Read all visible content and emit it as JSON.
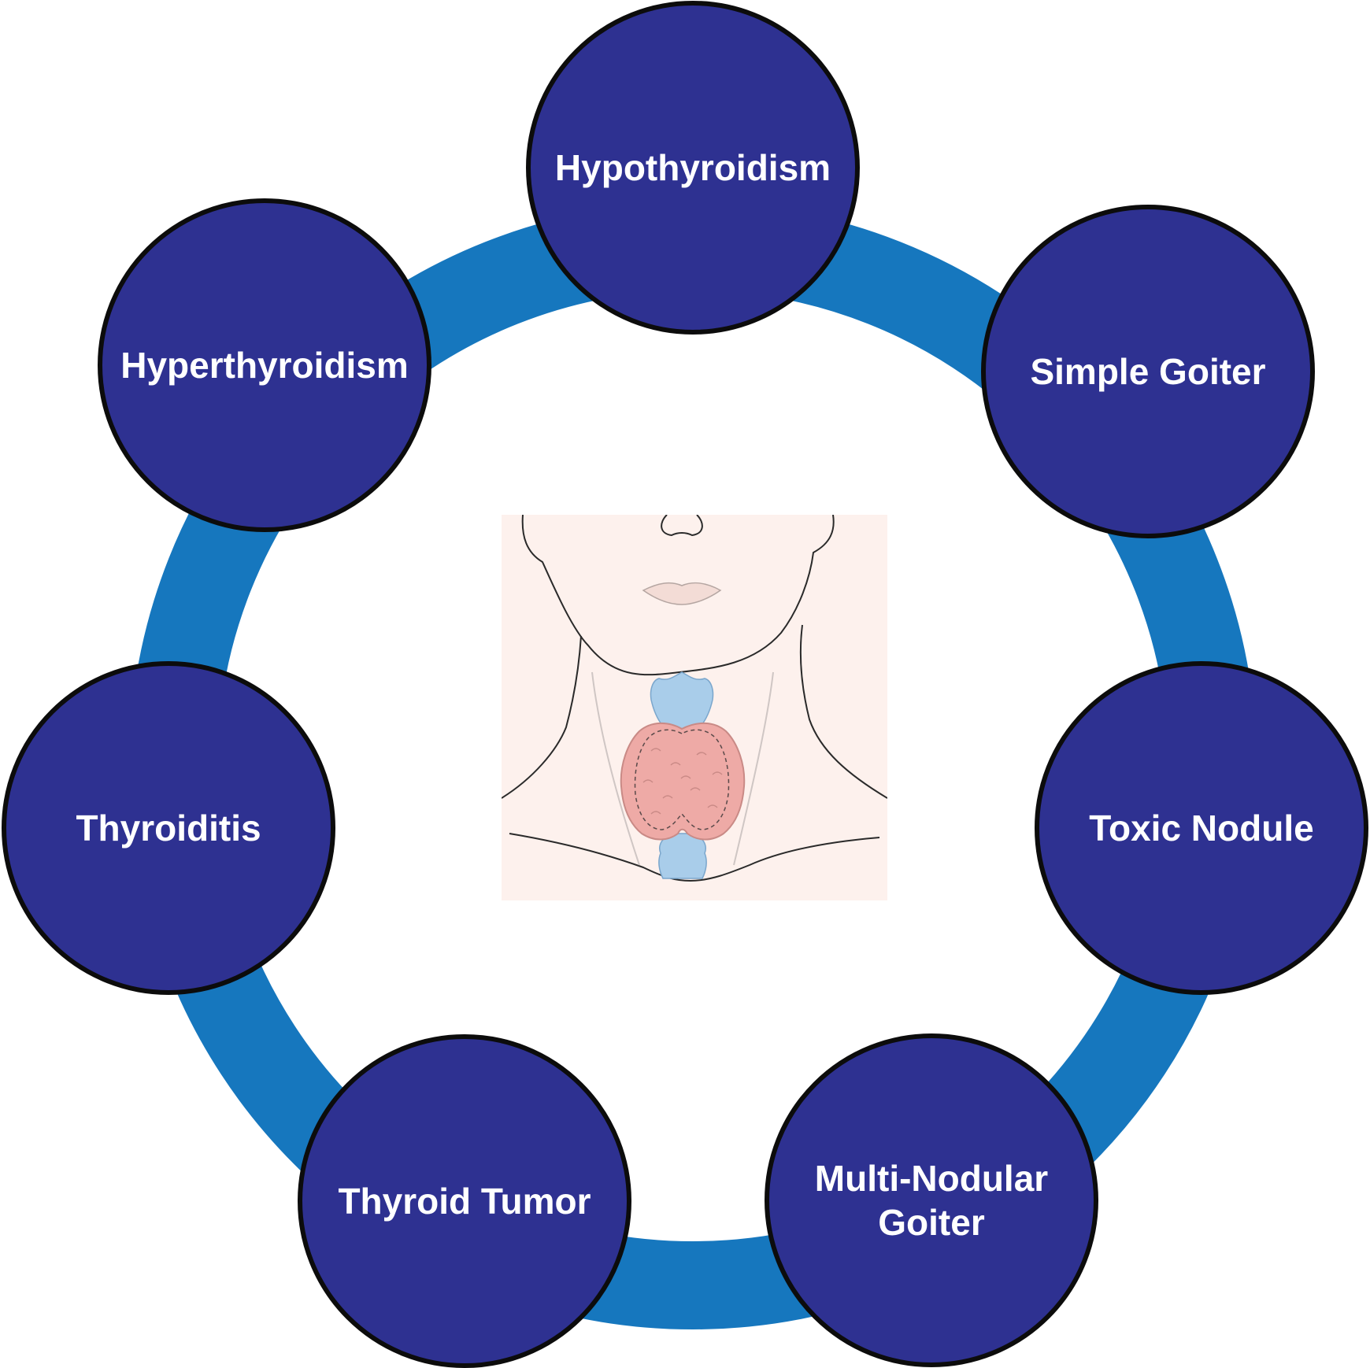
{
  "colors": {
    "ring": "#1677be",
    "node_fill": "#2e3191",
    "node_border": "#0c0c0c",
    "label_text": "#ffffff",
    "skin": "#fdf1ed",
    "thyroid": "#eeaaa6",
    "cartilage": "#a9cdea"
  },
  "center_illustration": {
    "icon": "neck-thyroid-illustration"
  },
  "nodes": [
    {
      "id": "hypothyroidism",
      "label": "Hypothyroidism"
    },
    {
      "id": "simple-goiter",
      "label": "Simple Goiter"
    },
    {
      "id": "toxic-nodule",
      "label": "Toxic Nodule"
    },
    {
      "id": "multi-nodular-goiter",
      "label": "Multi-Nodular\nGoiter"
    },
    {
      "id": "thyroid-tumor",
      "label": "Thyroid Tumor"
    },
    {
      "id": "thyroiditis",
      "label": "Thyroiditis"
    },
    {
      "id": "hyperthyroidism",
      "label": "Hyperthyroidism"
    }
  ]
}
